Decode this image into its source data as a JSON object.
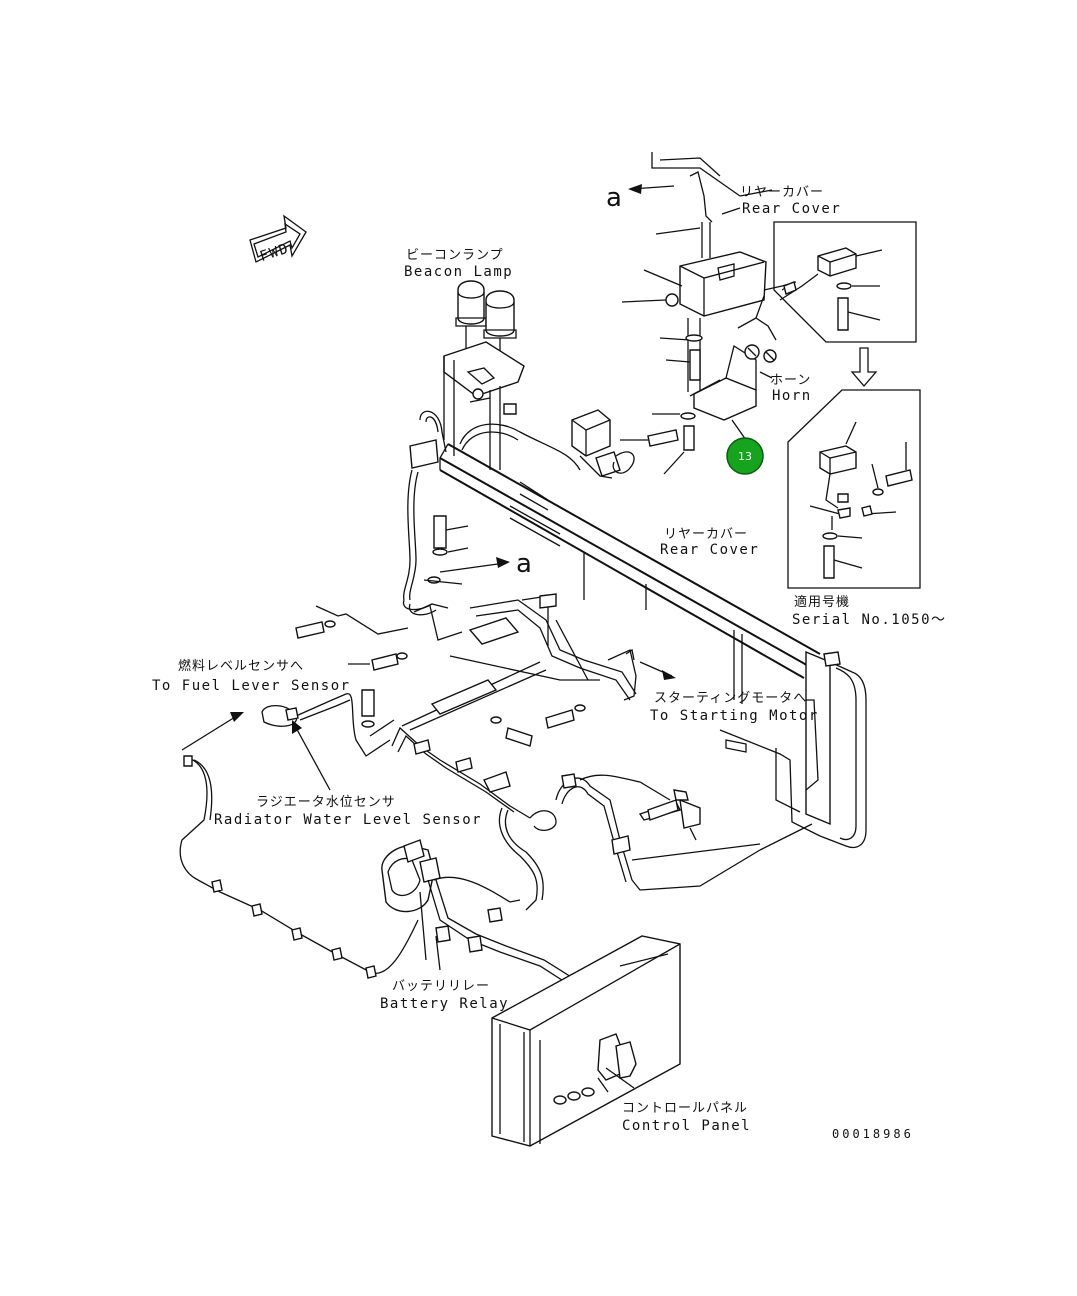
{
  "labels": {
    "rear_cover_top_jp": "リヤーカバー",
    "rear_cover_top_en": "Rear Cover",
    "beacon_lamp_jp": "ビーコンランプ",
    "beacon_lamp_en": "Beacon Lamp",
    "horn_jp": "ホーン",
    "horn_en": "Horn",
    "rear_cover_mid_jp": "リヤーカバー",
    "rear_cover_mid_en": "Rear Cover",
    "serial_jp": "適用号機",
    "serial_en": "Serial No.1050～",
    "fuel_sensor_jp": "燃料レベルセンサへ",
    "fuel_sensor_en": "To Fuel Lever Sensor",
    "starting_motor_jp": "スターティングモータへ",
    "starting_motor_en": "To Starting Motor",
    "radiator_jp": "ラジエータ水位センサ",
    "radiator_en": "Radiator Water Level Sensor",
    "battery_relay_jp": "バッテリリレー",
    "battery_relay_en": "Battery Relay",
    "control_panel_jp": "コントロールパネル",
    "control_panel_en": "Control Panel",
    "fwd": "FWD",
    "ref_a_top": "a",
    "ref_a_mid": "a",
    "drawing_number": "00018986"
  },
  "callout": {
    "number": "13",
    "color": "#16a31e"
  },
  "colors": {
    "line": "#111111",
    "background": "#ffffff"
  }
}
